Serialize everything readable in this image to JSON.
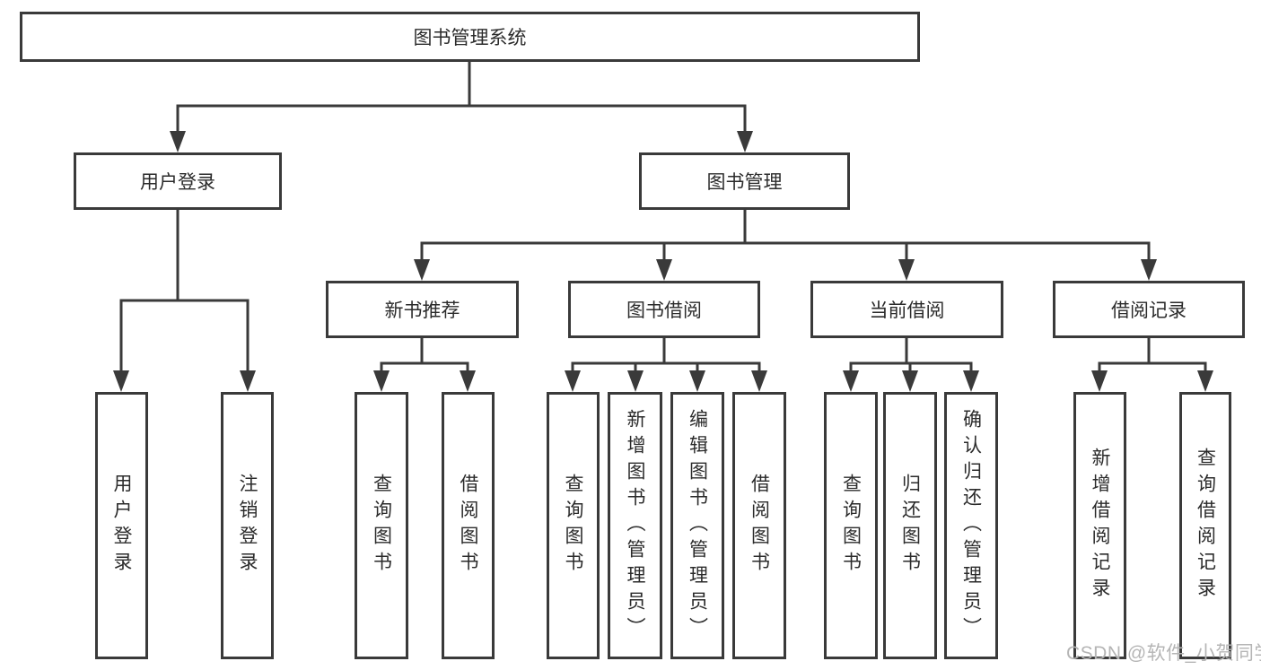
{
  "nodes": {
    "root": "图书管理系统",
    "user_login": "用户登录",
    "book_management": "图书管理",
    "new_book_recommend": "新书推荐",
    "book_borrow": "图书借阅",
    "current_borrow": "当前借阅",
    "borrow_records": "借阅记录",
    "leaf_user_login": "用户登录",
    "leaf_logout": "注销登录",
    "leaf_query_books_recommend": "查询图书",
    "leaf_borrow_books_recommend": "借阅图书",
    "leaf_query_books_borrow": "查询图书",
    "leaf_add_book_admin": "新增图书（管理员）",
    "leaf_edit_book_admin": "编辑图书（管理员）",
    "leaf_borrow_books_borrow": "借阅图书",
    "leaf_query_books_current": "查询图书",
    "leaf_return_book": "归还图书",
    "leaf_confirm_return_admin": "确认归还（管理员）",
    "leaf_add_borrow_record": "新增借阅记录",
    "leaf_query_borrow_record": "查询借阅记录"
  },
  "watermark": "CSDN @软件_小贺同学",
  "colors": {
    "line": "#3a3a3a",
    "text": "#2b2b2b",
    "watermark_text": "#b5b5b5",
    "background": "#ffffff"
  }
}
